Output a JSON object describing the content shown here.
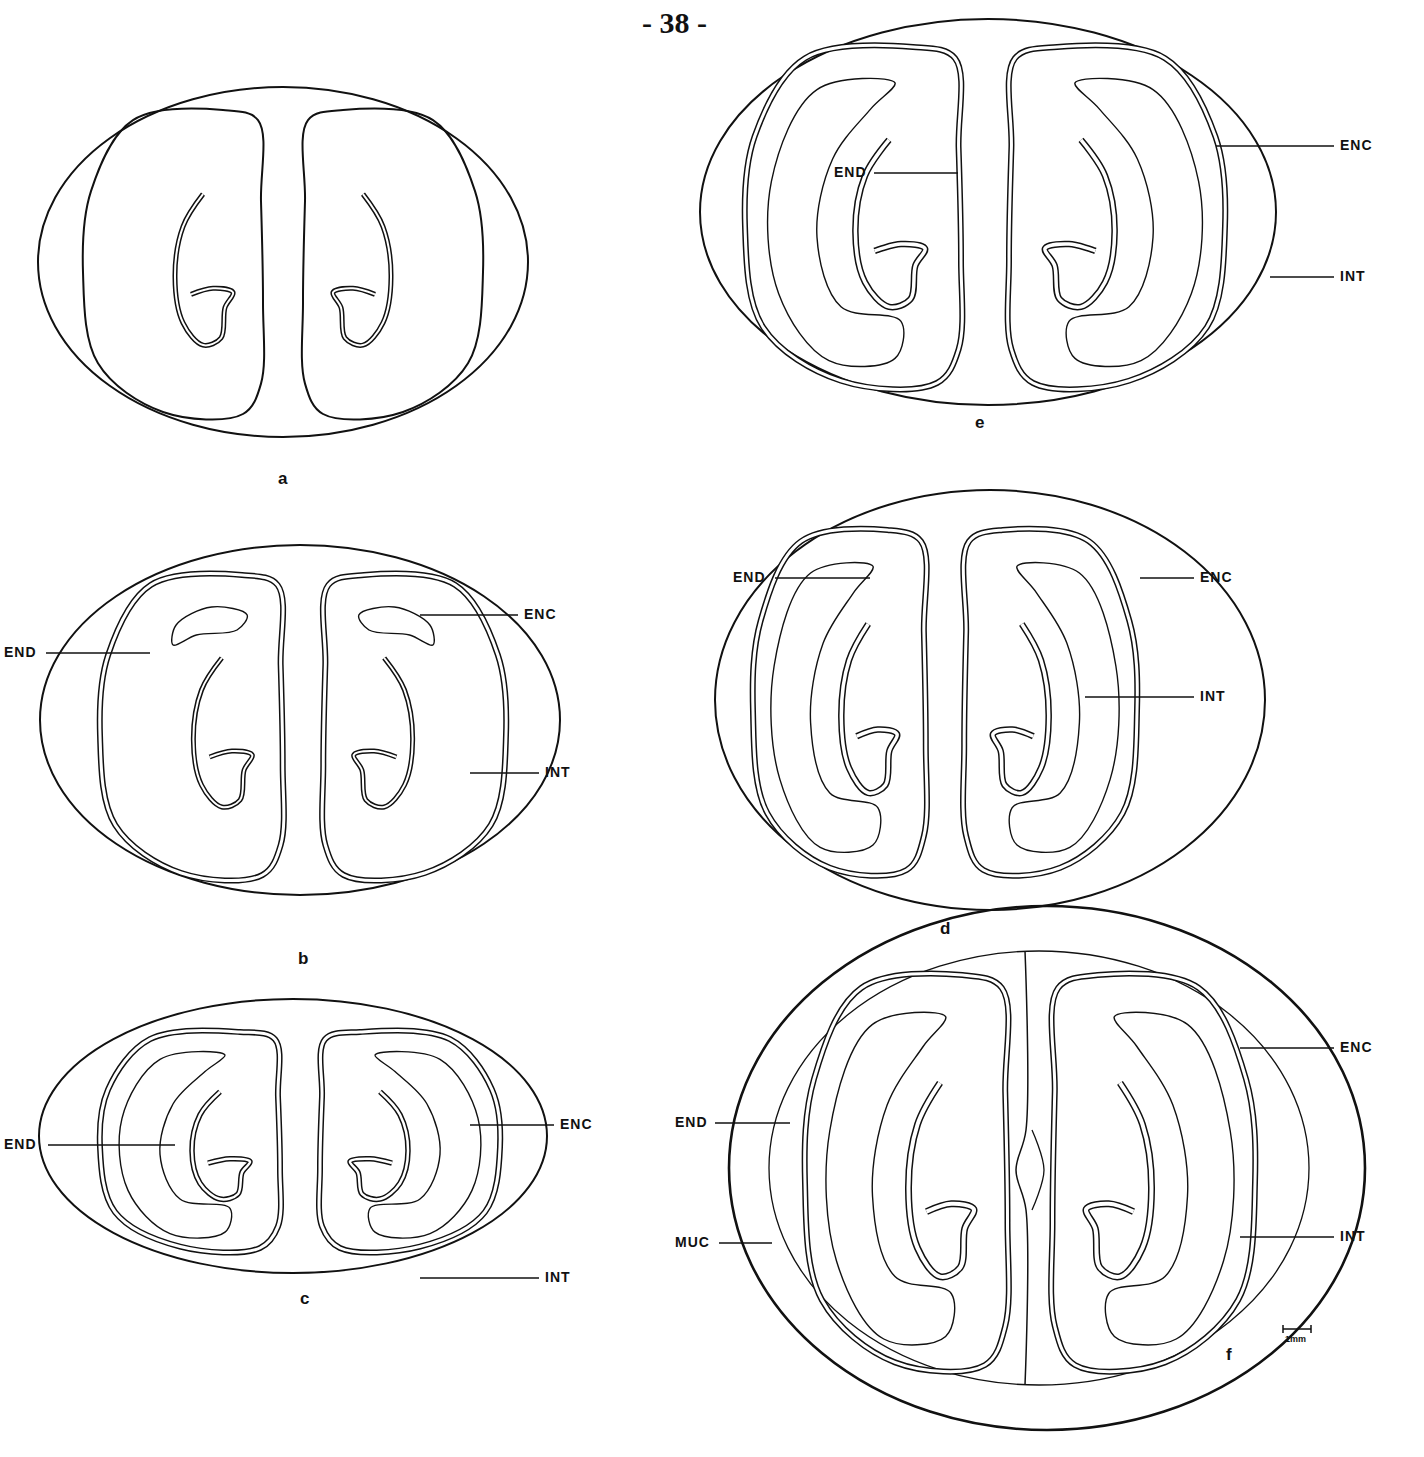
{
  "diagram": {
    "labels": [
      "- 38 -",
      "ENC",
      "END",
      "INT",
      "e",
      "a",
      "END",
      "ENC",
      "INT",
      "b",
      "END",
      "ENC",
      "INT",
      "d",
      "END",
      "ENC",
      "INT",
      "c",
      "ENC",
      "END",
      "INT",
      "MUC",
      "f",
      "1mm"
    ]
  }
}
